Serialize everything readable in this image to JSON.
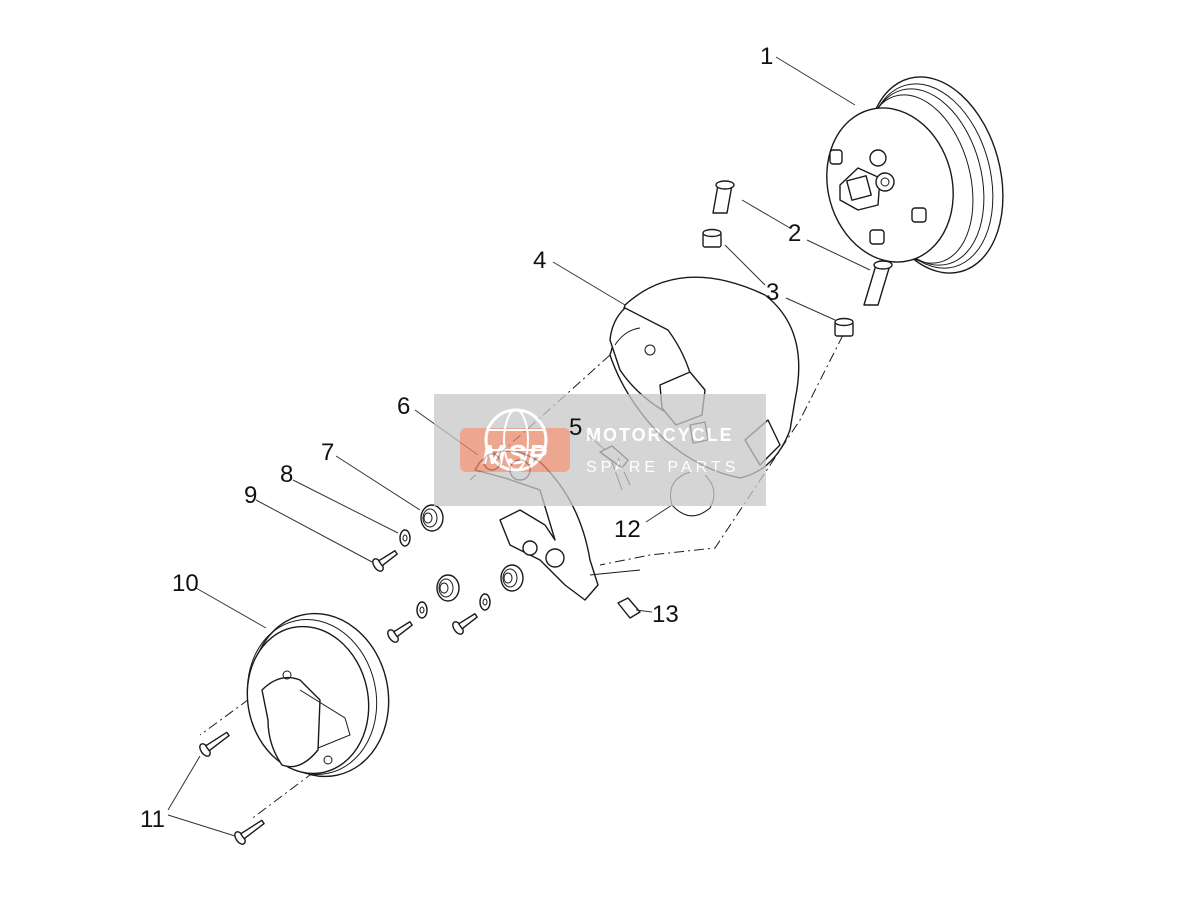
{
  "diagram": {
    "callouts": [
      {
        "id": "1",
        "label": "1"
      },
      {
        "id": "2",
        "label": "2"
      },
      {
        "id": "3",
        "label": "3"
      },
      {
        "id": "4",
        "label": "4"
      },
      {
        "id": "5",
        "label": "5"
      },
      {
        "id": "6",
        "label": "6"
      },
      {
        "id": "7",
        "label": "7"
      },
      {
        "id": "8",
        "label": "8"
      },
      {
        "id": "9",
        "label": "9"
      },
      {
        "id": "10",
        "label": "10"
      },
      {
        "id": "11",
        "label": "11"
      },
      {
        "id": "12",
        "label": "12"
      },
      {
        "id": "13",
        "label": "13"
      }
    ]
  },
  "watermark": {
    "logo_text": "MSP",
    "line1": "MOTORCYCLE",
    "line2": "SPARE PARTS",
    "colors": {
      "badge": "#e8896a",
      "panel": "#c8c8c8"
    }
  }
}
